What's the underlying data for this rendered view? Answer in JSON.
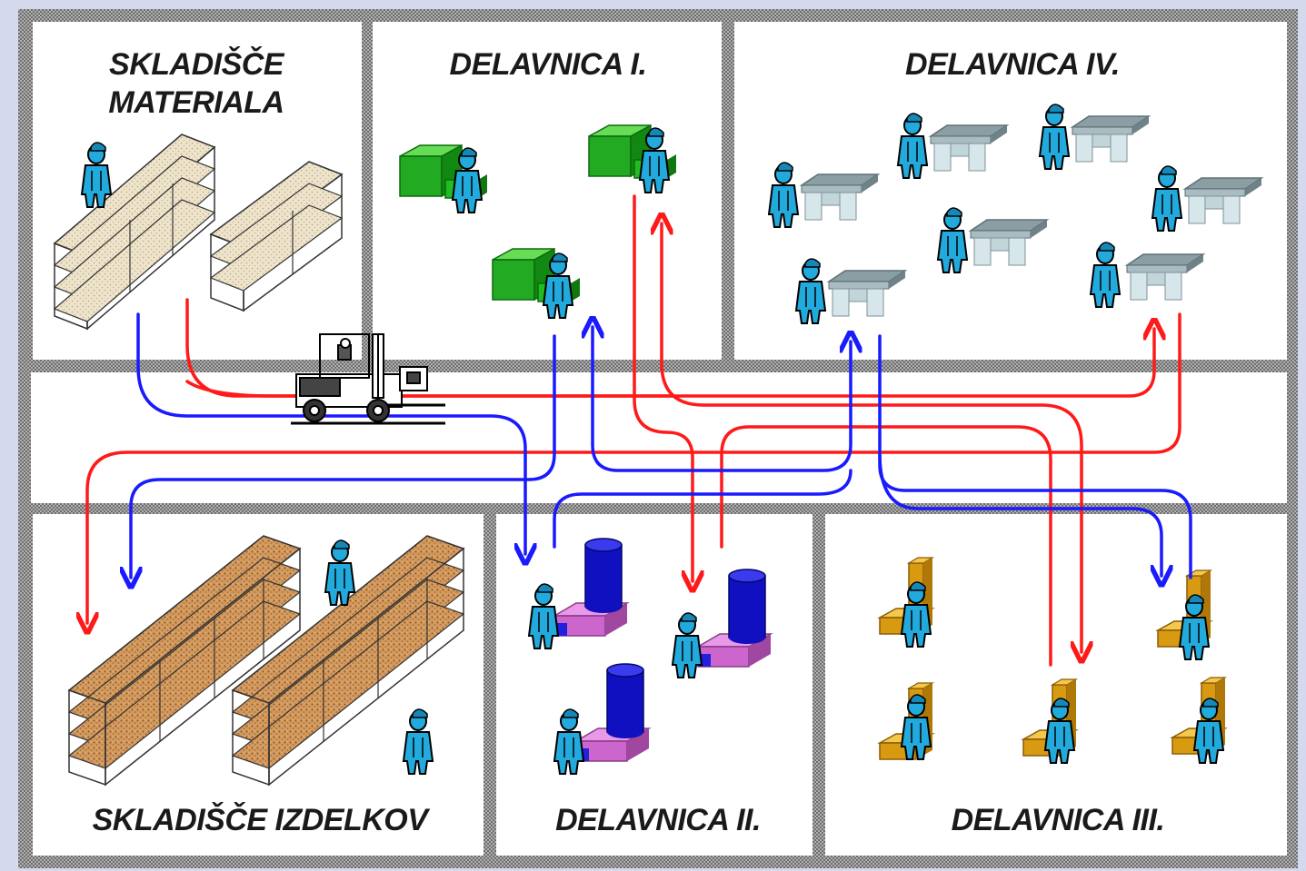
{
  "rooms": {
    "skladisce_materiala": {
      "line1": "SKLADIŠČE",
      "line2": "MATERIALA"
    },
    "delavnica_1": {
      "label": "DELAVNICA I."
    },
    "delavnica_4": {
      "label": "DELAVNICA IV."
    },
    "skladisce_izdelkov": {
      "label": "SKLADIŠČE IZDELKOV"
    },
    "delavnica_2": {
      "label": "DELAVNICA II."
    },
    "delavnica_3": {
      "label": "DELAVNICA III."
    }
  },
  "colors": {
    "background": "#d4d9ee",
    "room_fill": "#ffffff",
    "wall": "#9a9a9a",
    "flow_red": "#ff1a1a",
    "flow_blue": "#1a1aff",
    "worker": "#22aadd",
    "lathe_green": "#22aa22",
    "bench_gray": "#b8c8cc",
    "press_blue": "#1010c0",
    "press_base": "#cc66cc",
    "machine_orange": "#d89a10",
    "rack_material": "#e8dcc2",
    "rack_product": "#c99055"
  },
  "icons": [
    "worker-icon",
    "shelf-rack-icon",
    "lathe-icon",
    "workbench-icon",
    "press-icon",
    "bracket-machine-icon",
    "forklift-icon"
  ]
}
